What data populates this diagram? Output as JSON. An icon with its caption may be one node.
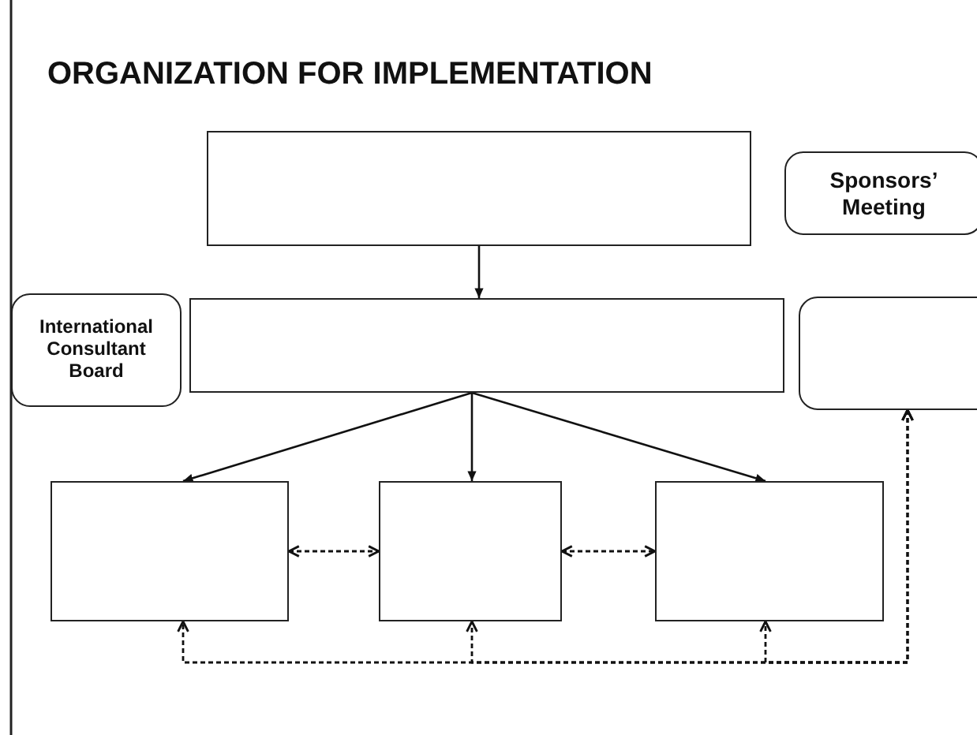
{
  "diagram": {
    "title": "ORGANIZATION FOR IMPLEMENTATION",
    "nodes": [
      {
        "text": [],
        "shape": "box"
      },
      {
        "text": [
          "Sponsors’ Meeting"
        ]
      },
      {
        "text": [
          "International Consultant Board"
        ]
      },
      {
        "text": [],
        "shape": "box"
      },
      {
        "text": [],
        "shape": "box"
      },
      {
        "text": [],
        "shape": "box"
      },
      {
        "text": [],
        "shape": "box"
      },
      {
        "text": [],
        "shape": "box"
      }
    ],
    "edges": [
      {
        "from": 0,
        "to": 3,
        "arrow": "to"
      },
      {
        "from": 3,
        "to": 5,
        "arrow": "to"
      },
      {
        "from": 3,
        "to": 6,
        "arrow": "to"
      },
      {
        "from": 3,
        "to": 7,
        "arrow": "to"
      },
      {
        "from": 5,
        "to": 6,
        "arrow": "both",
        "style": "dashed"
      },
      {
        "from": 6,
        "to": 7,
        "arrow": "both",
        "style": "dashed"
      },
      {
        "from": 4,
        "to": 5,
        "arrow": "both",
        "style": "dashed"
      },
      {
        "from": 4,
        "to": 6,
        "arrow": "both",
        "style": "dashed"
      },
      {
        "from": 4,
        "to": 7,
        "arrow": "both",
        "style": "dashed"
      }
    ]
  }
}
